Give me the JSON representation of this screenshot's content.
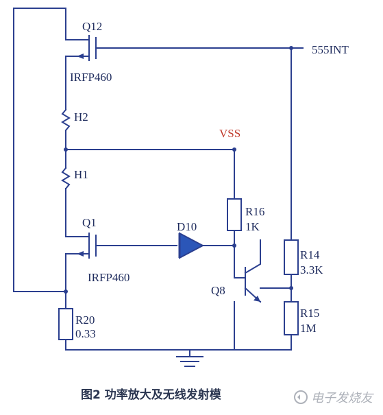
{
  "labels": {
    "q12": "Q12",
    "q12_part": "IRFP460",
    "h2": "H2",
    "h1": "H1",
    "q1": "Q1",
    "q1_part": "IRFP460",
    "d10": "D10",
    "r16": "R16",
    "r16_value": "1K",
    "vss": "VSS",
    "net_555": "555INT",
    "r14": "R14",
    "r14_value": "3.3K",
    "r15": "R15",
    "r15_value": "1M",
    "q8": "Q8",
    "r20": "R20",
    "r20_value": "0.33"
  },
  "caption": "图2 功率放大及无线发射模",
  "watermark": "电子发烧友",
  "colors": {
    "wire": "#2b3f8f",
    "label": "#1d2a5c",
    "vss_label": "#c0392b",
    "diode_fill": "#2b56b8",
    "caption": "#2a3550"
  }
}
